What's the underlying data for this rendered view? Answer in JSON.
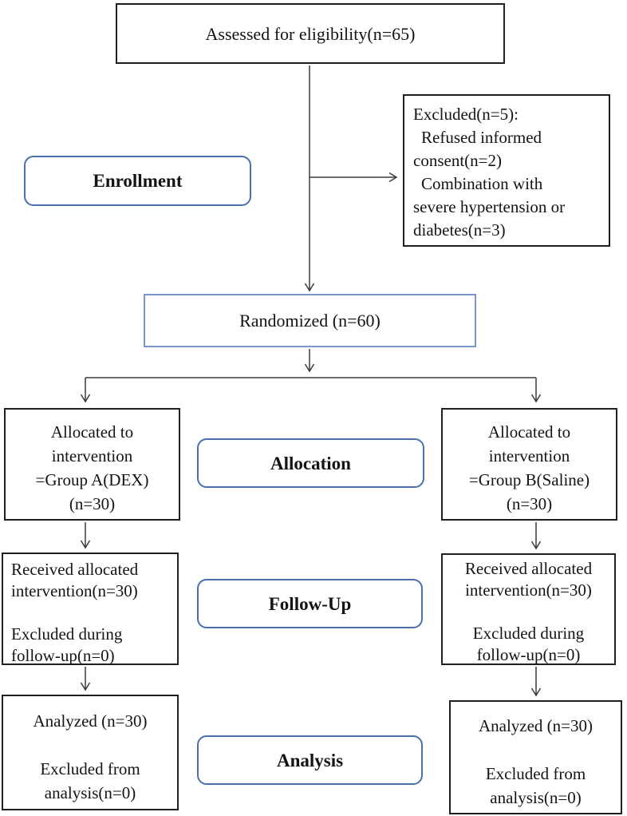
{
  "boxes": {
    "assessed": {
      "lines": [
        "Assessed for eligibility(n=65)"
      ]
    },
    "excluded": {
      "lines": [
        "Excluded(n=5):",
        "Refused informed",
        "consent(n=2)",
        "Combination with",
        "severe hypertension or",
        "diabetes(n=3)"
      ]
    },
    "enrollment": {
      "label": "Enrollment"
    },
    "randomized": {
      "lines": [
        "Randomized (n=60)"
      ]
    },
    "allocated_left": {
      "lines": [
        "Allocated to",
        "intervention",
        "=Group A(DEX)",
        "(n=30)"
      ]
    },
    "allocation": {
      "label": "Allocation"
    },
    "allocated_right": {
      "lines": [
        "Allocated to",
        "intervention",
        "=Group B(Saline)",
        "(n=30)"
      ]
    },
    "received_left": {
      "lines": [
        "Received allocated",
        "intervention(n=30)",
        "",
        "Excluded during",
        "follow-up(n=0)"
      ]
    },
    "followup": {
      "label": "Follow-Up"
    },
    "received_right": {
      "lines": [
        "Received allocated",
        "intervention(n=30)",
        "",
        "Excluded during",
        "follow-up(n=0)"
      ]
    },
    "analyzed_left": {
      "lines": [
        "Analyzed (n=30)",
        "",
        "Excluded from",
        "analysis(n=0)"
      ]
    },
    "analysis": {
      "label": "Analysis"
    },
    "analyzed_right": {
      "lines": [
        "Analyzed (n=30)",
        "",
        "Excluded from",
        "analysis(n=0)"
      ]
    }
  },
  "colors": {
    "box_border": "#1f1f1f",
    "stage_border": "#4a6fae",
    "randomized_border": "#7b96ca",
    "arrow": "#3c3c3c",
    "text": "#141414",
    "background": "#ffffff"
  }
}
